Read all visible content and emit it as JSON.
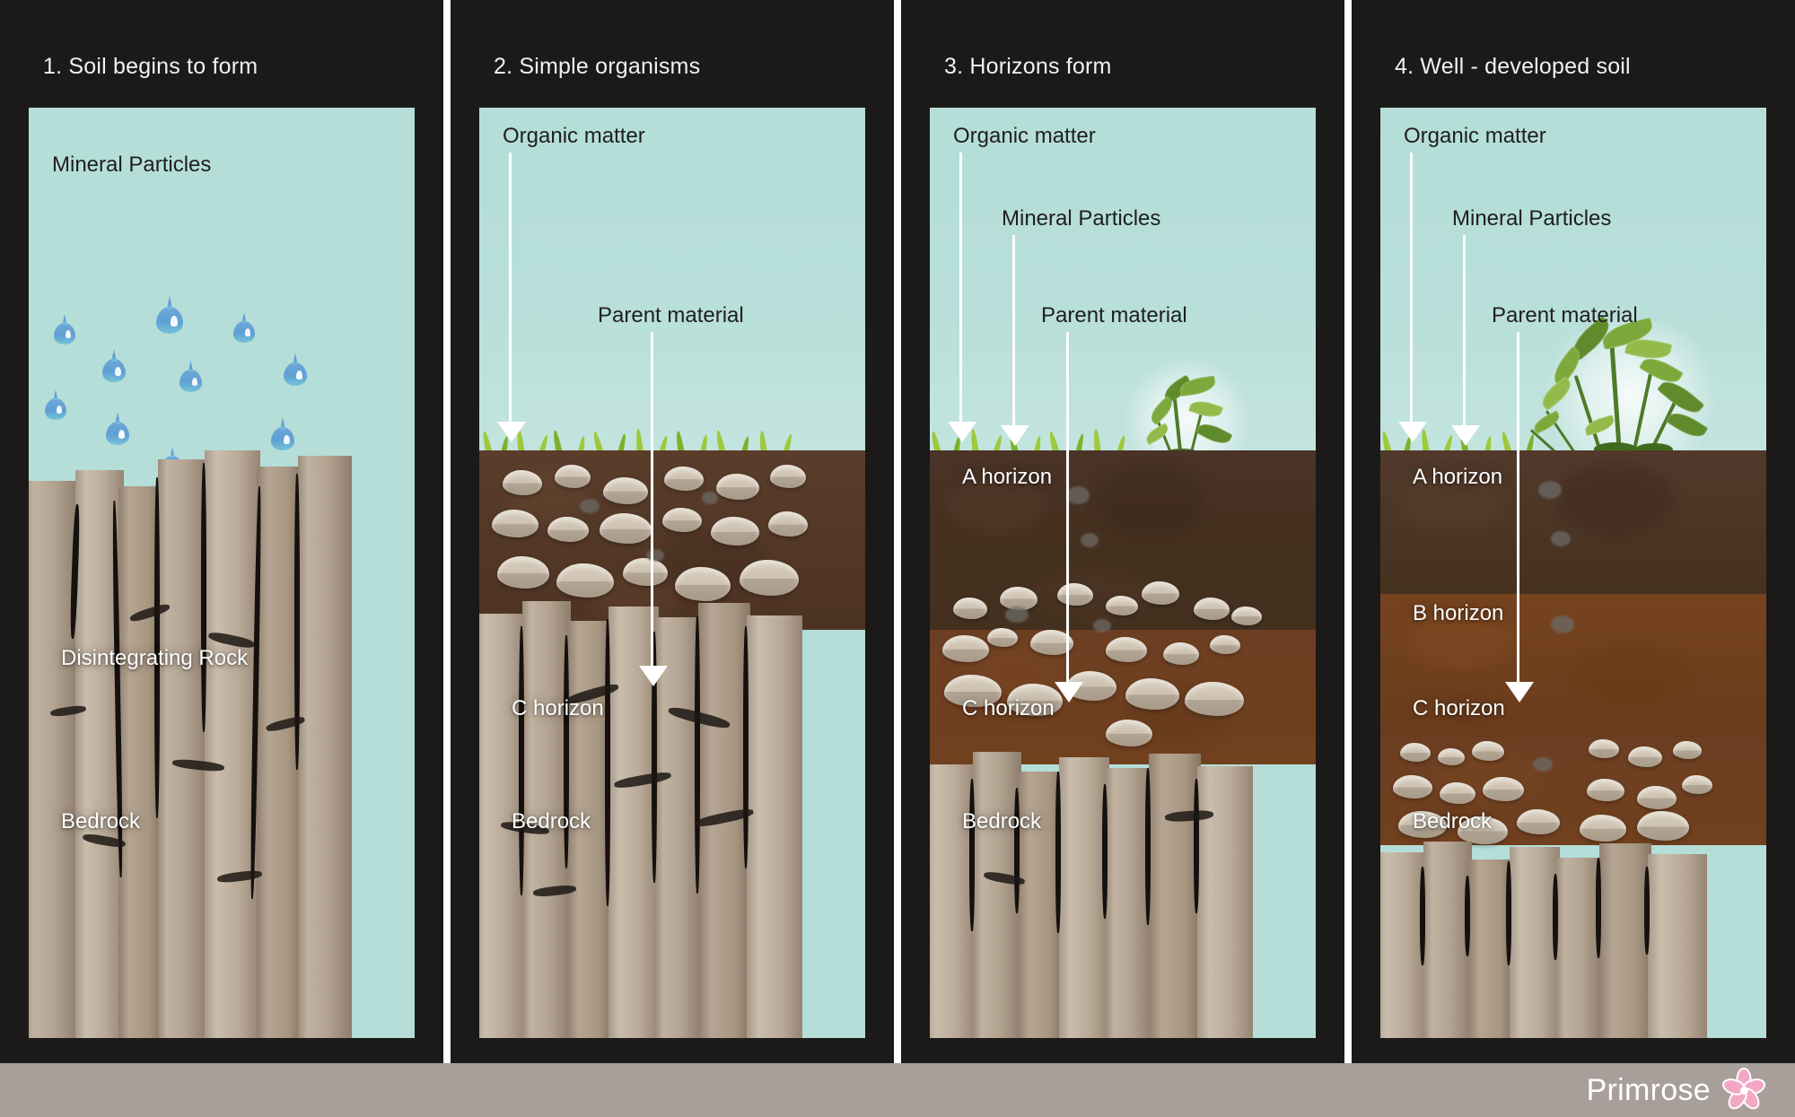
{
  "figure": {
    "subject": "Soil formation stages",
    "panel_count": 4
  },
  "panels": [
    {
      "title": "1. Soil begins to form",
      "sky_label": "Mineral Particles",
      "labels": [
        "Disintegrating Rock",
        "Bedrock"
      ],
      "features": [
        "rain-drops",
        "disintegrating-rock",
        "bedrock"
      ],
      "callouts": []
    },
    {
      "title": "2. Simple organisms",
      "labels": [
        "C horizon",
        "Bedrock"
      ],
      "features": [
        "grass",
        "soil-with-stones",
        "bedrock"
      ],
      "callouts": [
        "Organic matter",
        "Parent material"
      ]
    },
    {
      "title": "3. Horizons form",
      "labels": [
        "A horizon",
        "C horizon",
        "Bedrock"
      ],
      "features": [
        "grass",
        "small-plant",
        "a-horizon",
        "stony-layer",
        "bedrock"
      ],
      "callouts": [
        "Organic matter",
        "Mineral Particles",
        "Parent material"
      ]
    },
    {
      "title": "4. Well - developed soil",
      "labels": [
        "A horizon",
        "B horizon",
        "C horizon",
        "Bedrock"
      ],
      "features": [
        "grass",
        "large-plant",
        "a-horizon",
        "b-horizon",
        "c-horizon",
        "bedrock"
      ],
      "callouts": [
        "Organic matter",
        "Mineral Particles",
        "Parent material"
      ]
    }
  ],
  "callout_labels": {
    "organic_matter": "Organic matter",
    "mineral_particles": "Mineral Particles",
    "parent_material": "Parent material"
  },
  "layer_labels": {
    "a_horizon": "A horizon",
    "b_horizon": "B horizon",
    "c_horizon": "C horizon",
    "bedrock": "Bedrock",
    "disintegrating_rock": "Disintegrating Rock",
    "mineral_particles": "Mineral Particles"
  },
  "footer": {
    "brand": "Primrose",
    "logo_icon": "flower-icon"
  },
  "colors": {
    "panel_background": "#1b1a18",
    "sky": "#b5ded8",
    "a_horizon": "#45301f",
    "b_horizon": "#6d3f22",
    "bedrock": "#b6a694",
    "grass": "#9ec93a",
    "leaf": "#7da93c",
    "water_drop": "#5f9fd4",
    "arrow": "#ffffff",
    "footer_background": "#a89e9a",
    "brand_pink": "#f2a8c4"
  }
}
